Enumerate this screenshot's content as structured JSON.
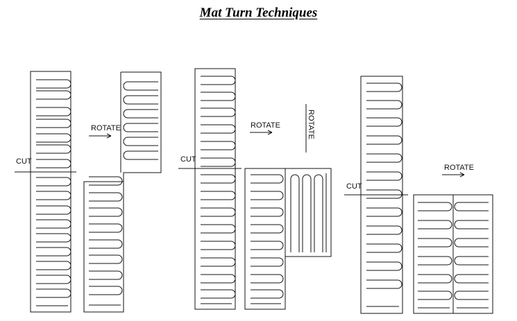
{
  "title": "Mat Turn Techniques",
  "labels": {
    "cut": "CUT",
    "rotate": "ROTATE"
  },
  "colors": {
    "line": "#111111",
    "background": "#ffffff"
  }
}
